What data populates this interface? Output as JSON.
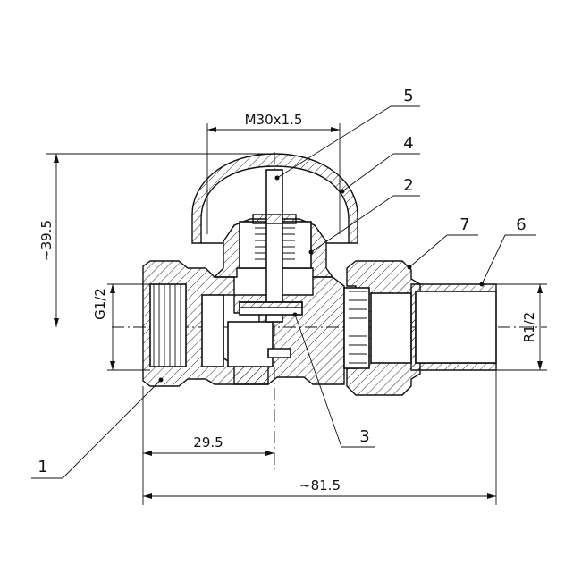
{
  "dimensions": {
    "thread_top": "M30x1.5",
    "height": "~39.5",
    "inlet": "G1/2",
    "outlet": "R1/2",
    "axis_offset": "29.5",
    "overall_length": "~81.5"
  },
  "callouts": [
    "1",
    "2",
    "3",
    "4",
    "5",
    "6",
    "7"
  ]
}
